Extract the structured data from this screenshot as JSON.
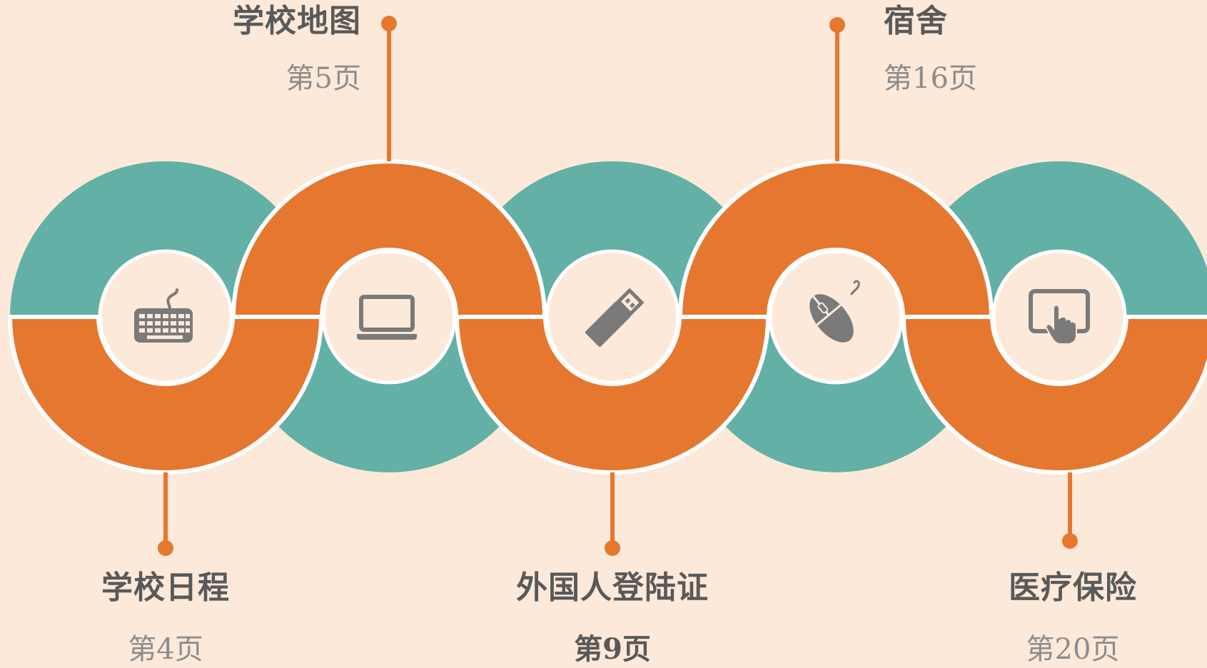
{
  "steps": [
    {
      "title": "学校日程",
      "page": "第4页",
      "icon": "keyboard-icon"
    },
    {
      "title": "学校地图",
      "page": "第5页",
      "icon": "laptop-icon"
    },
    {
      "title": "外国人登陆证",
      "page": "第9页",
      "icon": "usb-drive-icon"
    },
    {
      "title": "宿舍",
      "page": "第16页",
      "icon": "computer-mouse-icon"
    },
    {
      "title": "医疗保险",
      "page": "第20页",
      "icon": "tablet-touch-icon"
    }
  ],
  "colors": {
    "background": "#fde9da",
    "teal": "#62b0a6",
    "orange": "#e6772f",
    "icon": "#7a7a7a",
    "outline": "#ffffff"
  }
}
